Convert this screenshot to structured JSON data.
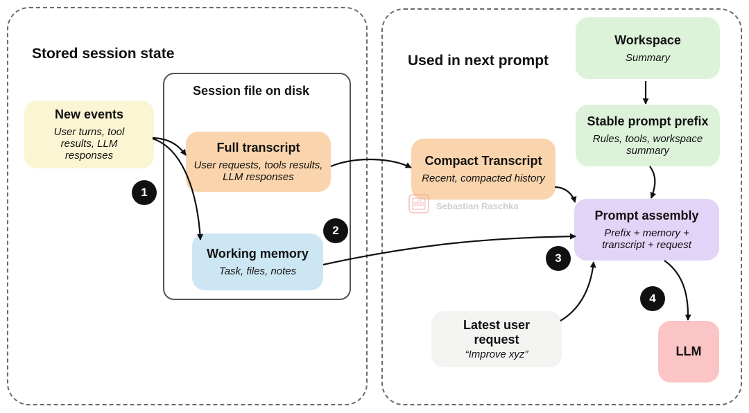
{
  "panels": {
    "stored": {
      "title": "Stored session state"
    },
    "next": {
      "title": "Used in next prompt"
    },
    "session_file": {
      "title": "Session file on disk"
    }
  },
  "nodes": {
    "new_events": {
      "title": "New events",
      "subtitle": "User turns, tool results, LLM responses"
    },
    "full_transcript": {
      "title": "Full transcript",
      "subtitle": "User requests, tools results, LLM responses"
    },
    "working_memory": {
      "title": "Working memory",
      "subtitle": "Task, files, notes"
    },
    "compact_transcript": {
      "title": "Compact Transcript",
      "subtitle": "Recent, compacted history"
    },
    "workspace": {
      "title": "Workspace",
      "subtitle": "Summary"
    },
    "stable_prefix": {
      "title": "Stable prompt prefix",
      "subtitle": "Rules, tools, workspace summary"
    },
    "prompt_assembly": {
      "title": "Prompt assembly",
      "subtitle": "Prefix + memory + transcript + request"
    },
    "latest_request": {
      "title": "Latest user request",
      "subtitle": "“Improve xyz”"
    },
    "llm": {
      "title": "LLM"
    }
  },
  "badges": [
    "1",
    "2",
    "3",
    "4"
  ],
  "watermark": {
    "text": "Sebastian Raschka",
    "icon": "logo-icon"
  },
  "colors": {
    "yellow": "#fcf5d3",
    "orange": "#f9d4ac",
    "blue": "#cde6f4",
    "green": "#dcf3da",
    "purple": "#e2d4f7",
    "gray": "#f3f3f1",
    "red": "#fbc5c5"
  }
}
